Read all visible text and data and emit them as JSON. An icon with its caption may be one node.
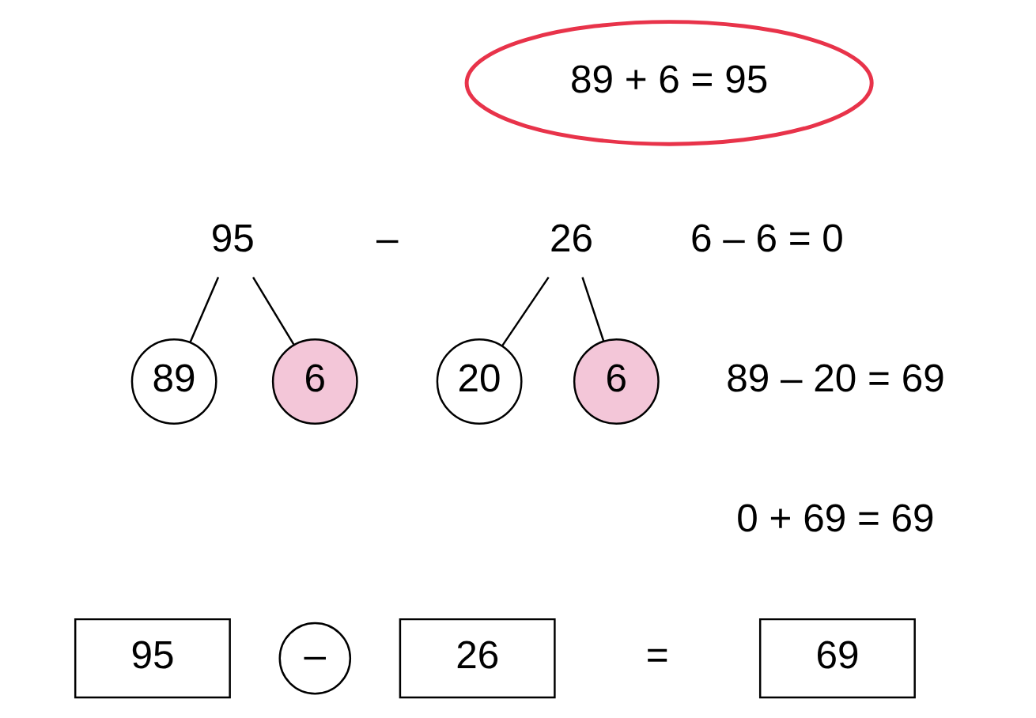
{
  "diagram": {
    "nodes": [
      {
        "text": [
          "89 + 6 = 95"
        ]
      },
      {
        "text": [
          "95"
        ]
      },
      {
        "text": [
          "26"
        ]
      },
      {
        "text": [
          "89"
        ]
      },
      {
        "text": [
          "6"
        ]
      },
      {
        "text": [
          "20"
        ]
      },
      {
        "text": [
          "6"
        ]
      },
      {
        "text": [
          "95"
        ]
      },
      {
        "text": [
          "–"
        ]
      },
      {
        "text": [
          "26"
        ]
      },
      {
        "text": [
          "69"
        ]
      }
    ],
    "edges": [
      {
        "from": 1,
        "to": 3,
        "arrow": "none"
      },
      {
        "from": 1,
        "to": 4,
        "arrow": "none"
      },
      {
        "from": 2,
        "to": 5,
        "arrow": "none"
      },
      {
        "from": 2,
        "to": 6,
        "arrow": "none"
      }
    ],
    "labels": [
      "–",
      "6 – 6 = 0",
      "89 – 20 = 69",
      "0 + 69 = 69",
      "="
    ]
  }
}
